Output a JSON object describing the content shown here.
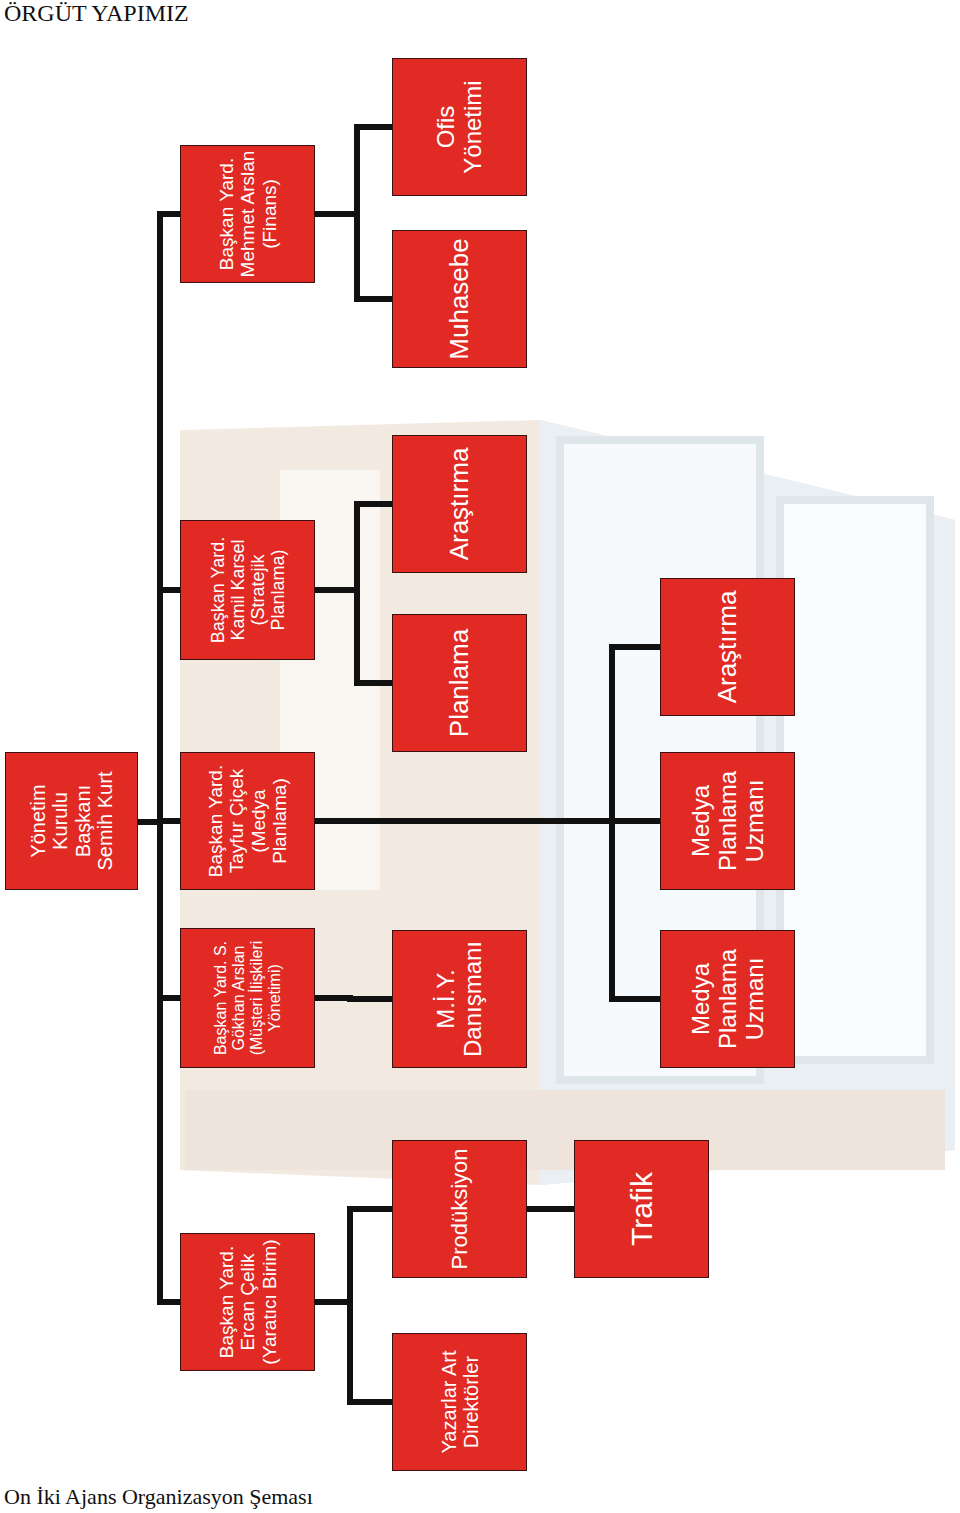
{
  "diagram": {
    "title": "ÖRGÜT YAPIMIZ",
    "caption": "On İki Ajans Organizasyon Şeması",
    "nodes": [
      {
        "text": [
          "Yönetim Kurulu Başkanı Semih Kurt"
        ]
      },
      {
        "text": [
          "Başkan Yard. Mehmet Arslan (Finans)"
        ]
      },
      {
        "text": [
          "Başkan Yard. Kamil Karsel (Stratejik Planlama)"
        ]
      },
      {
        "text": [
          "Başkan Yard. Tayfur Çiçek (Medya Planlama)"
        ]
      },
      {
        "text": [
          "Başkan Yard. S. Gökhan Arslan (Müşteri İlişkileri Yönetimi)"
        ]
      },
      {
        "text": [
          "Başkan Yard. Ercan Çelik (Yaratıcı Birim)"
        ]
      },
      {
        "text": [
          "Ofis Yönetimi"
        ]
      },
      {
        "text": [
          "Muhasebe"
        ]
      },
      {
        "text": [
          "Araştırma"
        ]
      },
      {
        "text": [
          "Planlama"
        ]
      },
      {
        "text": [
          "M.İ.Y. Danışmanı"
        ]
      },
      {
        "text": [
          "Prodüksiyon"
        ]
      },
      {
        "text": [
          "Yazarlar Art Direktörler"
        ]
      },
      {
        "text": [
          "Araştırma"
        ]
      },
      {
        "text": [
          "Medya Planlama Uzmanı"
        ]
      },
      {
        "text": [
          "Medya Planlama Uzmanı"
        ]
      },
      {
        "text": [
          "Trafik"
        ]
      }
    ],
    "edges": [
      {
        "from": 0,
        "to": 1,
        "arrow": "none"
      },
      {
        "from": 0,
        "to": 2,
        "arrow": "none"
      },
      {
        "from": 0,
        "to": 3,
        "arrow": "none"
      },
      {
        "from": 0,
        "to": 4,
        "arrow": "none"
      },
      {
        "from": 0,
        "to": 5,
        "arrow": "none"
      },
      {
        "from": 1,
        "to": 6,
        "arrow": "none"
      },
      {
        "from": 1,
        "to": 7,
        "arrow": "none"
      },
      {
        "from": 2,
        "to": 8,
        "arrow": "none"
      },
      {
        "from": 2,
        "to": 9,
        "arrow": "none"
      },
      {
        "from": 3,
        "to": 13,
        "arrow": "none"
      },
      {
        "from": 3,
        "to": 14,
        "arrow": "none"
      },
      {
        "from": 3,
        "to": 15,
        "arrow": "none"
      },
      {
        "from": 4,
        "to": 10,
        "arrow": "none"
      },
      {
        "from": 5,
        "to": 11,
        "arrow": "none"
      },
      {
        "from": 5,
        "to": 12,
        "arrow": "none"
      },
      {
        "from": 11,
        "to": 16,
        "arrow": "none"
      }
    ]
  }
}
